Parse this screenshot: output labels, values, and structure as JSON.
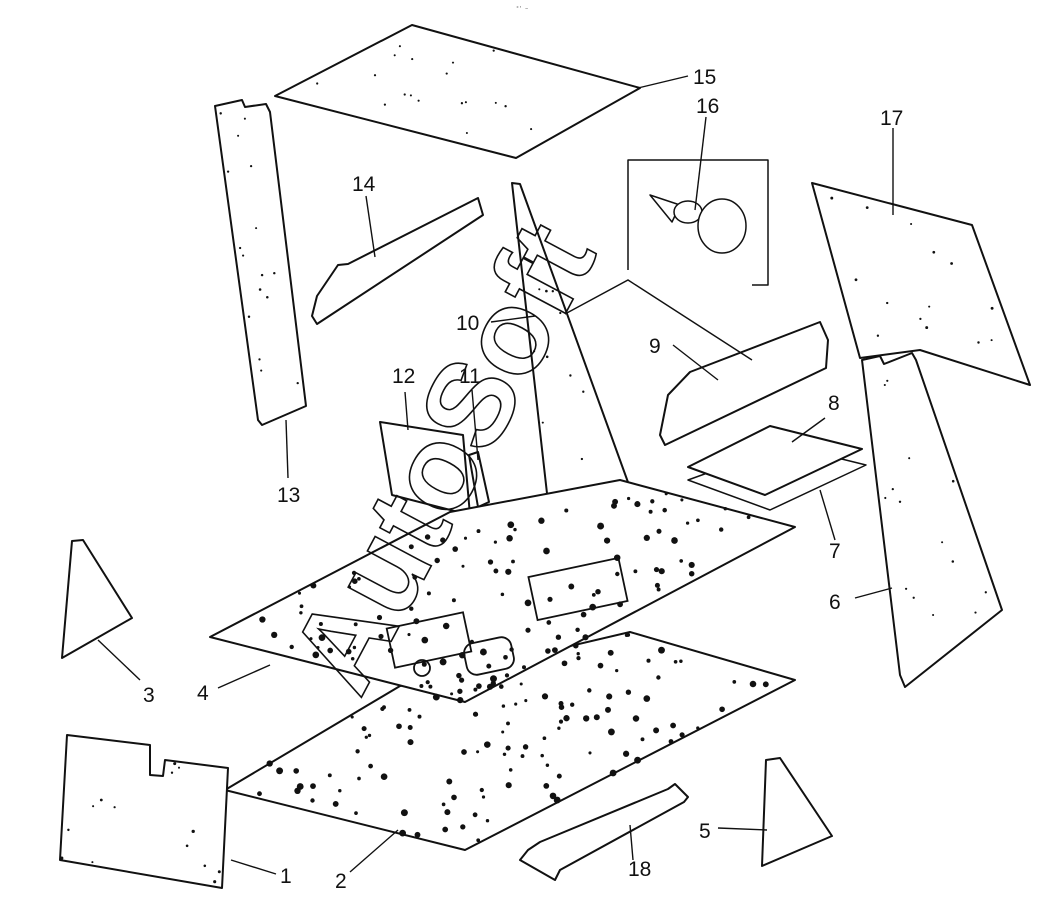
{
  "header": {
    "small_mark": "°‘ −"
  },
  "watermark": "AutoSoft",
  "callouts": {
    "c1": "1",
    "c2": "2",
    "c3": "3",
    "c4": "4",
    "c5": "5",
    "c6": "6",
    "c7": "7",
    "c8": "8",
    "c9": "9",
    "c10": "10",
    "c11": "11",
    "c12": "12",
    "c13": "13",
    "c14": "14",
    "c15": "15",
    "c16": "16",
    "c17": "17",
    "c18": "18"
  },
  "colors": {
    "line": "#111111",
    "background": "#ffffff"
  }
}
